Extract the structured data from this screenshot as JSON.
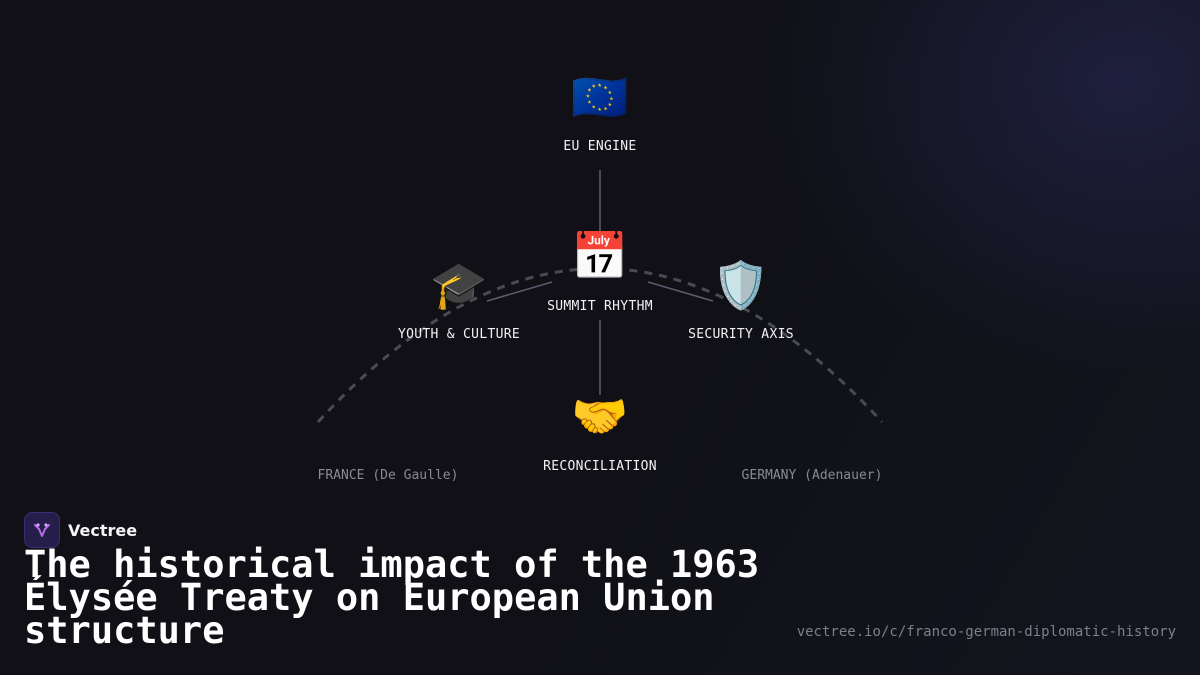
{
  "diagram": {
    "nodes": [
      {
        "id": "eu",
        "emoji": "🇪🇺",
        "label": "EU ENGINE"
      },
      {
        "id": "summit",
        "emoji": "📅",
        "label": "SUMMIT RHYTHM"
      },
      {
        "id": "youth",
        "emoji": "🎓",
        "label": "YOUTH & CULTURE"
      },
      {
        "id": "security",
        "emoji": "🛡️",
        "label": "SECURITY AXIS"
      },
      {
        "id": "reconciliation",
        "emoji": "🤝",
        "label": "RECONCILIATION"
      }
    ],
    "sides": {
      "left": "FRANCE (De Gaulle)",
      "right": "GERMANY (Adenauer)"
    }
  },
  "brand": {
    "name": "Vectree",
    "logo_icon": "vectree-logo-icon",
    "logo_color": "#b56be8"
  },
  "title": "The historical impact of the 1963 Élysée Treaty on European Union structure",
  "url": "vectree.io/c/franco-german-diplomatic-history",
  "colors": {
    "background": "#101016",
    "connector": "#5a5f70",
    "arc": "#4a4a52"
  }
}
